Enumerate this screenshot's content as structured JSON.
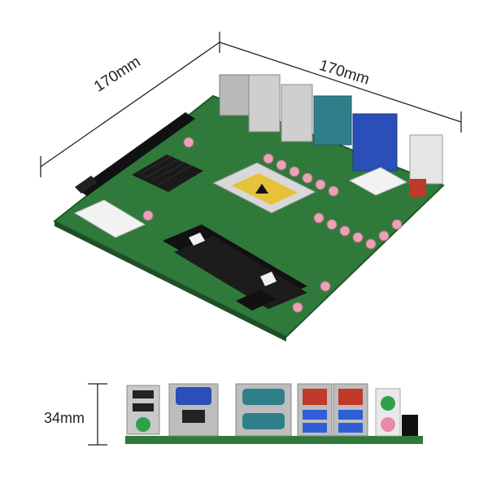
{
  "dimensions": {
    "width_label": "170mm",
    "depth_label": "170mm",
    "io_height_label": "34mm"
  },
  "colors": {
    "pcb_green": "#2f7a3a",
    "pcb_dark": "#1f5a2a",
    "vga_blue": "#2a4fb8",
    "usb3_blue": "#2f5fd6",
    "serial_teal": "#2f7f8a",
    "rj45_red": "#c0392b",
    "audio_green": "#2ea14a",
    "audio_pink": "#e88aa8",
    "cpu_label_yellow": "#e6c13a"
  }
}
